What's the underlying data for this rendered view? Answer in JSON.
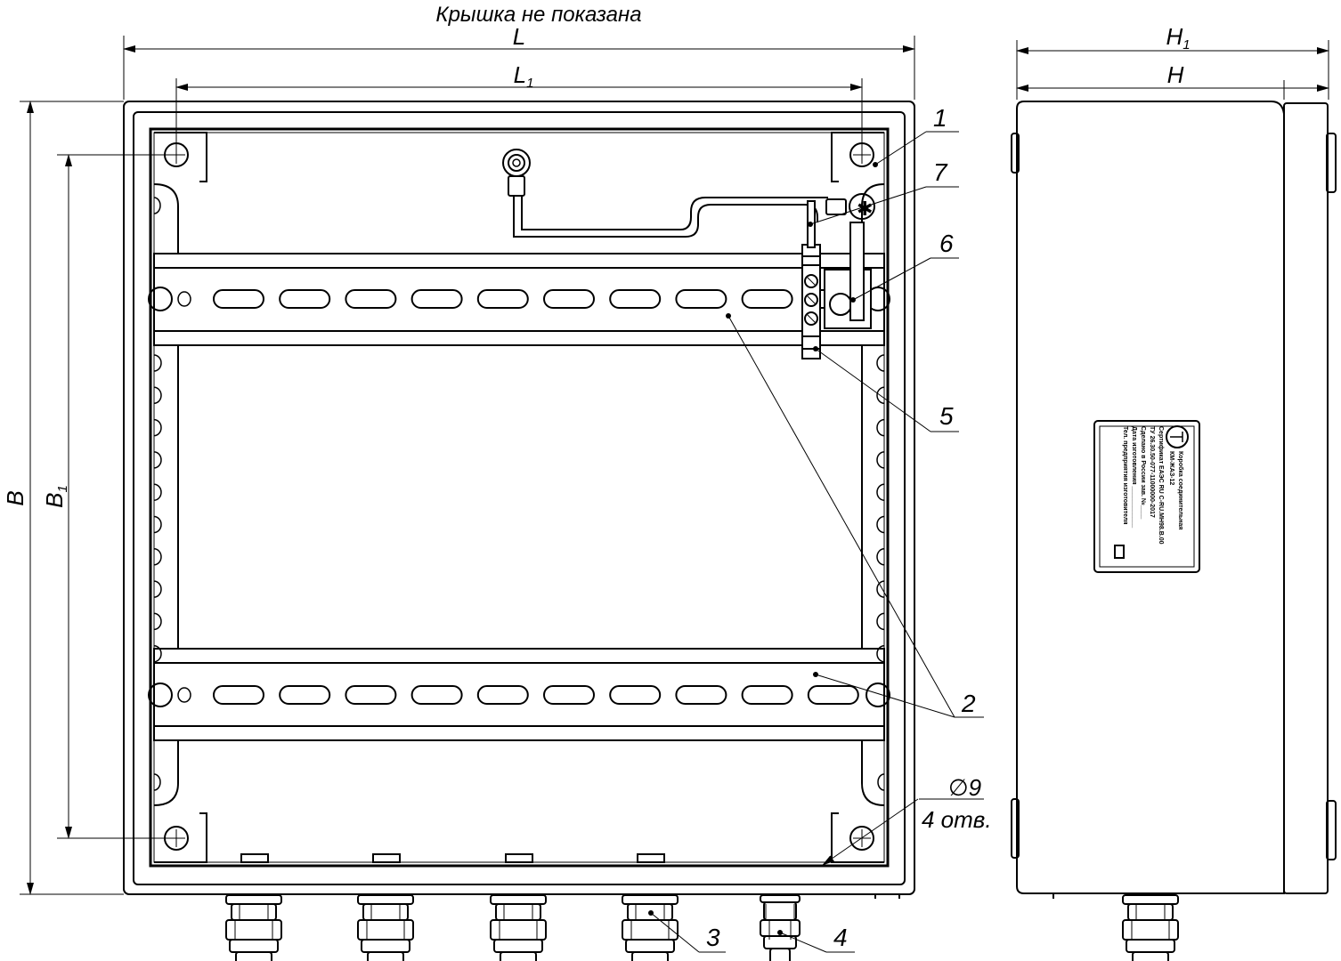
{
  "header": {
    "caption": "Крышка не показана"
  },
  "dimensions": {
    "L": "L",
    "L1": "L",
    "L1_sub": "1",
    "B": "B",
    "B1": "B",
    "B1_sub": "1",
    "H": "H",
    "H1": "H",
    "H1_sub": "1"
  },
  "hole_note": {
    "diameter": "∅9",
    "count": "4 отв."
  },
  "callouts": {
    "c1": "1",
    "c2": "2",
    "c3": "3",
    "c4": "4",
    "c5": "5",
    "c6": "6",
    "c7": "7"
  },
  "colors": {
    "line": "#000000",
    "background": "#ffffff"
  }
}
